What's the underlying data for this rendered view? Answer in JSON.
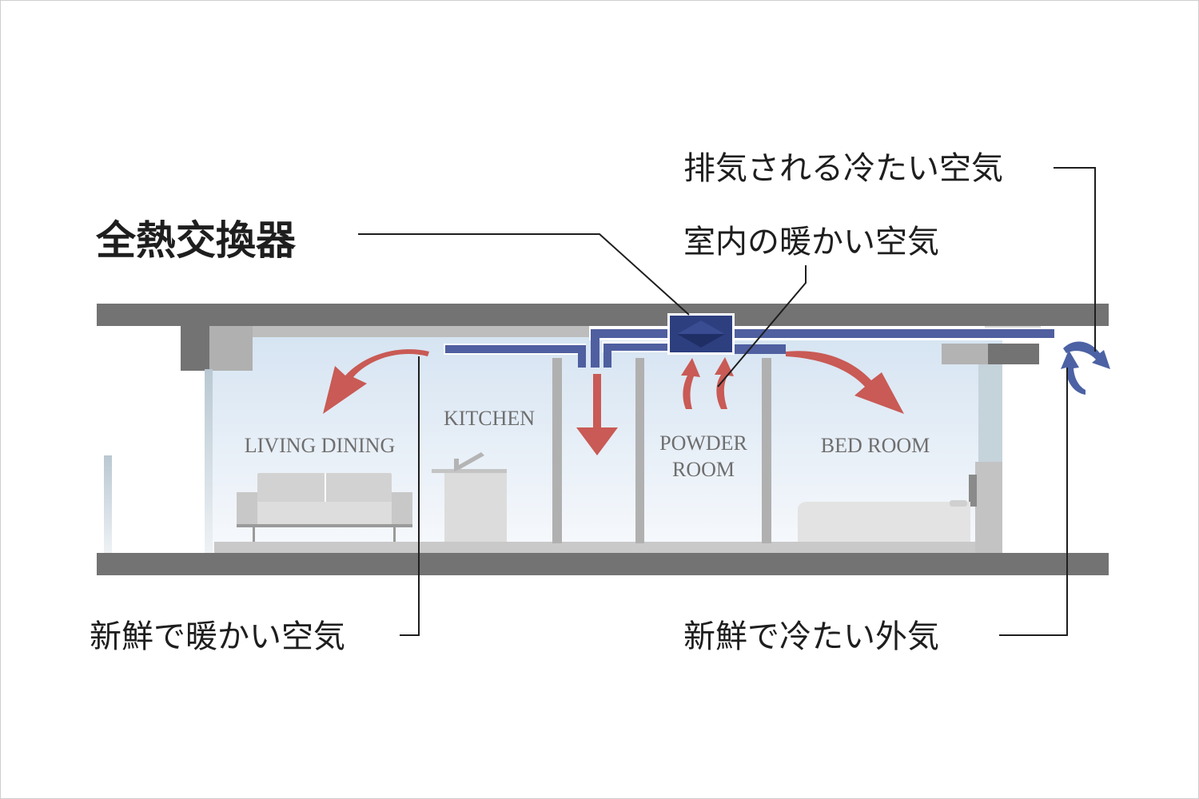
{
  "colors": {
    "slab": "#737373",
    "duct": "#4f5fa0",
    "unit": "#2e3f80",
    "warm_arrow": "#c95a55",
    "cool_arrow": "#4c62a4",
    "line": "#1e1e1e"
  },
  "labels": {
    "heat_exchanger": "全熱交換器",
    "exhaust_cold_air": "排気される冷たい空気",
    "indoor_warm_air": "室内の暖かい空気",
    "fresh_warm_air": "新鮮で暖かい空気",
    "fresh_cold_outside_air": "新鮮で冷たい外気"
  },
  "rooms": {
    "living_dining": "LIVING DINING",
    "kitchen": "KITCHEN",
    "powder_room_line1": "POWDER",
    "powder_room_line2": "ROOM",
    "bed_room": "BED ROOM"
  }
}
